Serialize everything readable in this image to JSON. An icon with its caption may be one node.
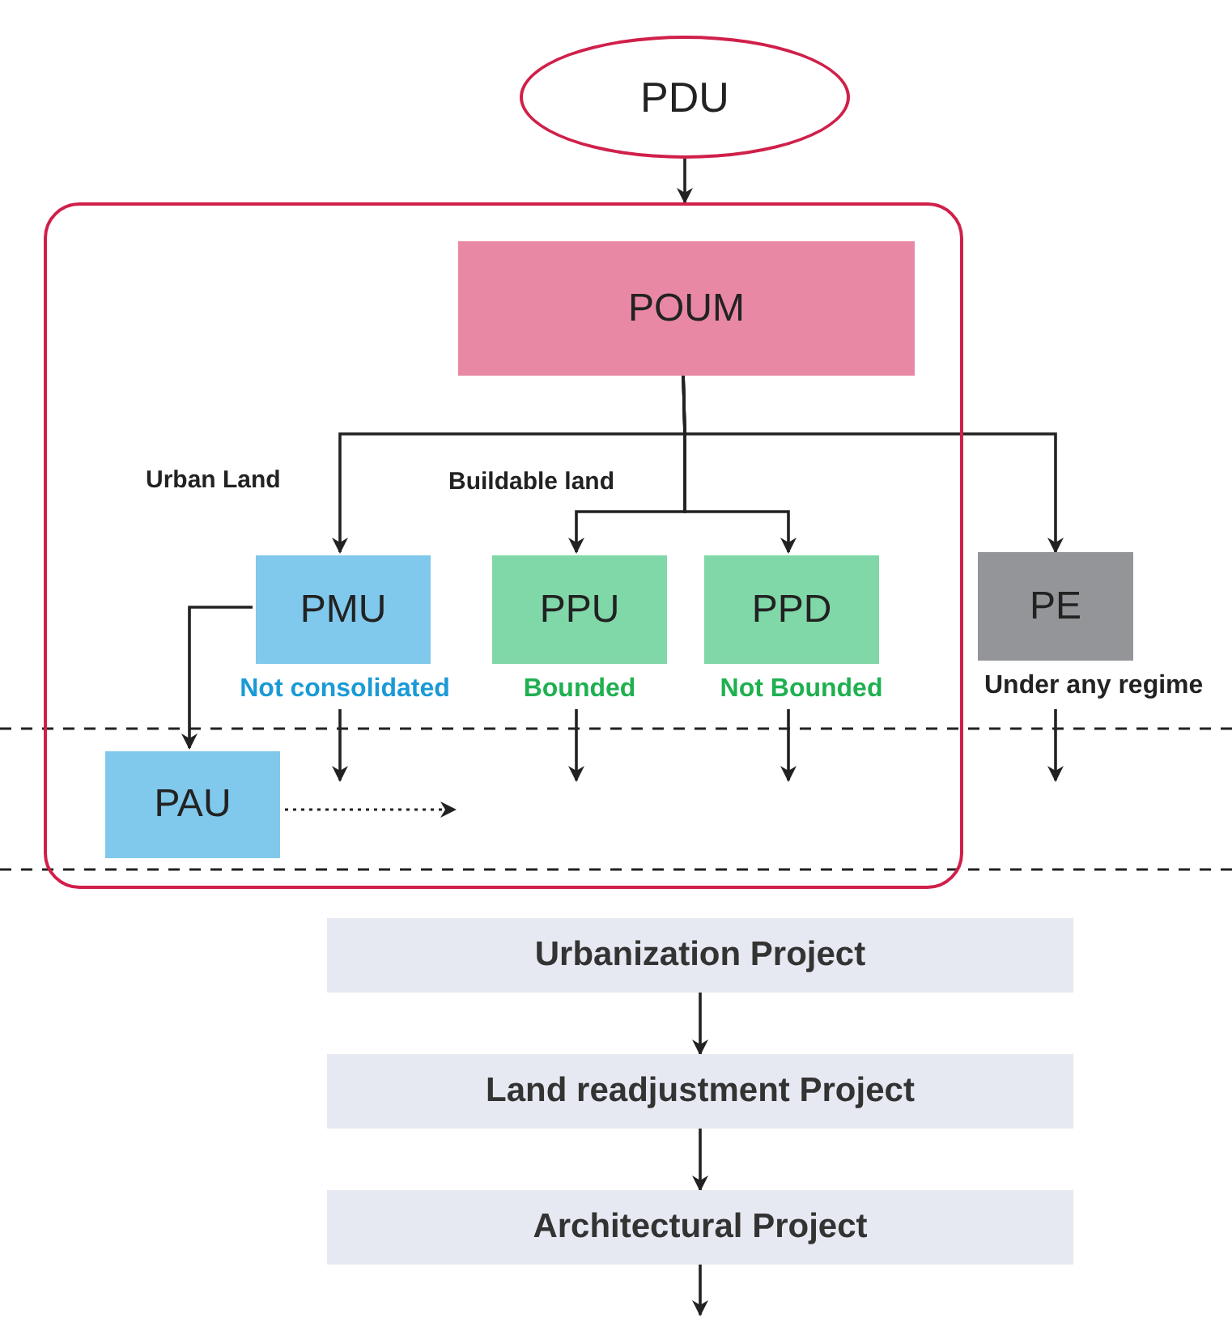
{
  "diagram": {
    "nodes": [
      {
        "text": [
          "PDU"
        ]
      },
      {
        "text": [],
        "shape": "box"
      },
      {
        "text": [
          "POUM"
        ],
        "in": 1
      },
      {
        "text": [
          "PMU",
          "Not consolidated"
        ],
        "in": 1
      },
      {
        "text": [
          "PPU",
          "Bounded"
        ],
        "in": 1
      },
      {
        "text": [
          "PPD",
          "Not Bounded"
        ],
        "in": 1
      },
      {
        "text": [
          "PE",
          "Under any regime"
        ]
      },
      {
        "text": [
          "PAU"
        ],
        "in": 1
      },
      {
        "text": [
          "Urbanization Project"
        ]
      },
      {
        "text": [
          "Land readjustment Project"
        ]
      },
      {
        "text": [
          "Architectural Project"
        ]
      }
    ],
    "edges": [
      {
        "from": 0,
        "to": 1,
        "arrow": "to"
      },
      {
        "from": 2,
        "to": 3,
        "arrow": "to",
        "label": "Urban Land"
      },
      {
        "from": 2,
        "to": 4,
        "arrow": "to",
        "label": "Buildable land"
      },
      {
        "from": 2,
        "to": 5,
        "arrow": "to"
      },
      {
        "from": 2,
        "to": 6,
        "arrow": "to"
      },
      {
        "from": 3,
        "to": 7,
        "arrow": "to"
      },
      {
        "from": 3,
        "to": null,
        "arrow": "to"
      },
      {
        "from": 4,
        "to": null,
        "arrow": "to"
      },
      {
        "from": 5,
        "to": null,
        "arrow": "to"
      },
      {
        "from": 6,
        "to": null,
        "arrow": "to"
      },
      {
        "from": 7,
        "to": null,
        "arrow": "to",
        "style": "dashed"
      },
      {
        "from": 8,
        "to": 9,
        "arrow": "to"
      },
      {
        "from": 9,
        "to": 10,
        "arrow": "to"
      },
      {
        "from": 10,
        "to": null,
        "arrow": "to"
      }
    ]
  }
}
